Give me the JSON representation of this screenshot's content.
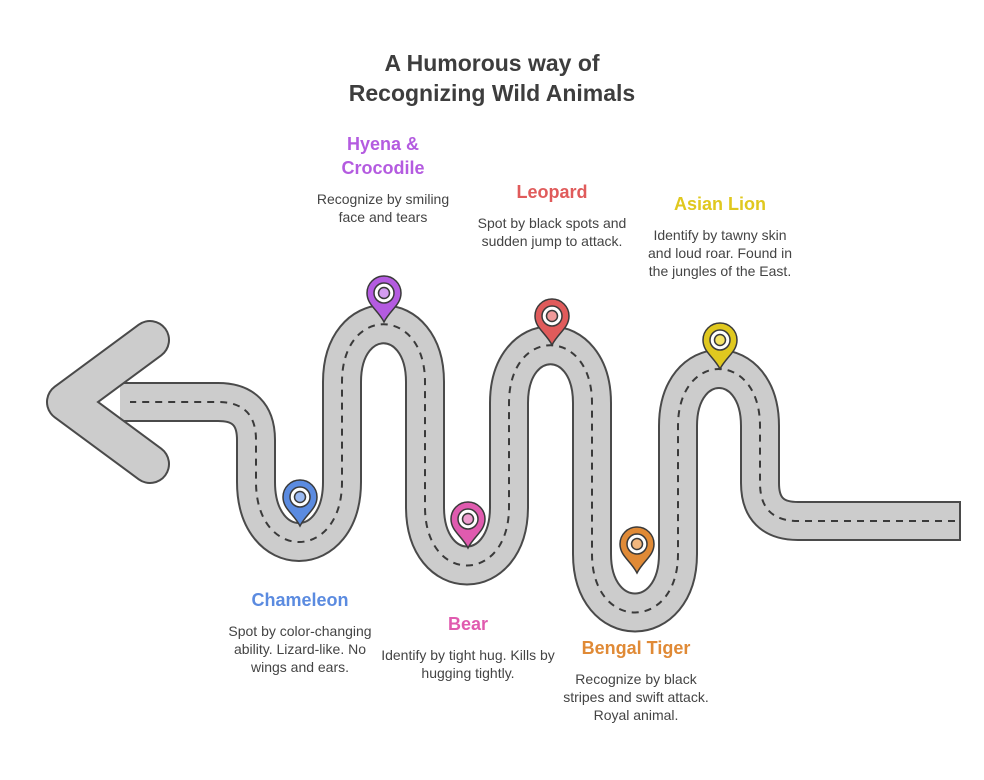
{
  "title": {
    "line1": "A Humorous way of",
    "line2": "Recognizing Wild Animals"
  },
  "road_colors": {
    "fill": "#cccccc",
    "stroke": "#4a4a4a",
    "dash": "#3a3a3a"
  },
  "milestones": [
    {
      "name": "Chameleon",
      "description": "Spot by color-changing ability. Lizard-like. No wings and ears.",
      "color": "#5b8be0",
      "light": "#9bbaf2",
      "icon": "map-pin-icon"
    },
    {
      "name": "Hyena & Crocodile",
      "description": "Recognize by smiling face and tears",
      "color": "#b45be0",
      "light": "#d49cf0",
      "icon": "map-pin-icon"
    },
    {
      "name": "Bear",
      "description": "Identify by tight hug. Kills by hugging tightly.",
      "color": "#e05baf",
      "light": "#ee9ccf",
      "icon": "map-pin-icon"
    },
    {
      "name": "Leopard",
      "description": "Spot by black spots and sudden jump to attack.",
      "color": "#e05b5b",
      "light": "#f09a9a",
      "icon": "map-pin-icon"
    },
    {
      "name": "Bengal Tiger",
      "description": "Recognize by black stripes and swift attack. Royal animal.",
      "color": "#e08a36",
      "light": "#f2b77e",
      "icon": "map-pin-icon"
    },
    {
      "name": "Asian Lion",
      "description": "Identify by tawny skin and loud roar. Found in the jungles of the East.",
      "color": "#e0c81f",
      "light": "#f5e466",
      "icon": "map-pin-icon"
    }
  ]
}
